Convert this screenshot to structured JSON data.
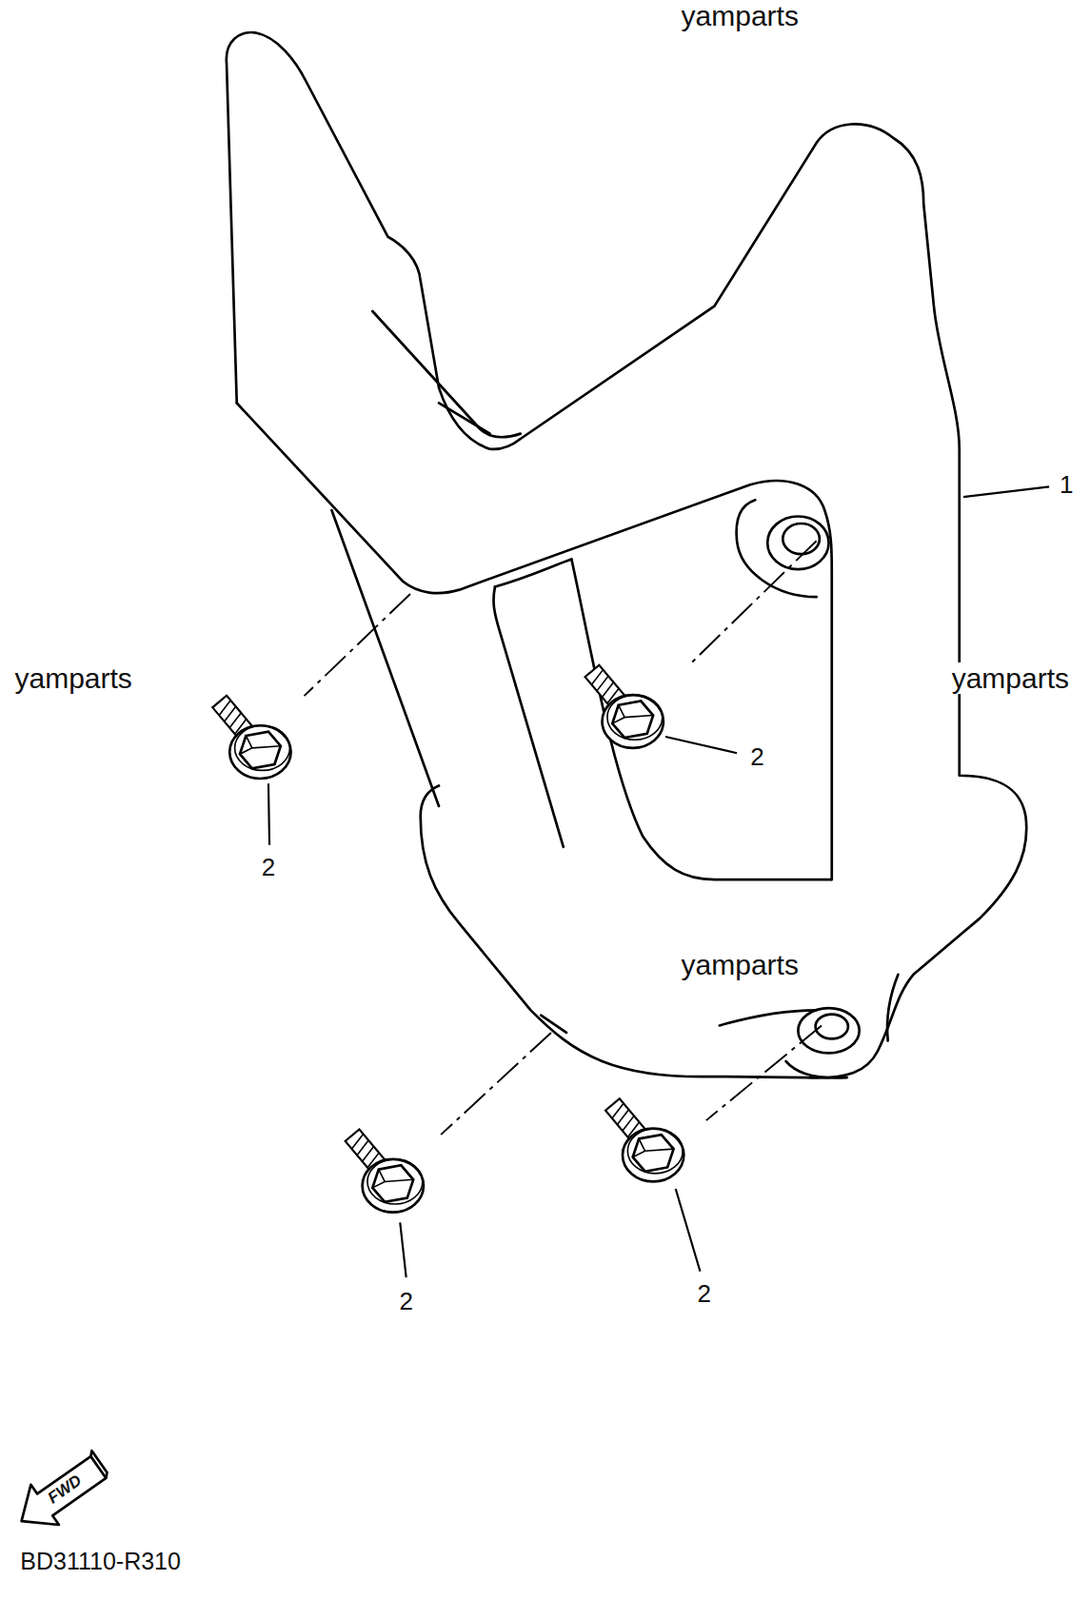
{
  "diagram": {
    "labels": [
      "yamparts",
      "1",
      "yamparts",
      "yamparts",
      "2",
      "2",
      "yamparts",
      "2",
      "2",
      "FWD",
      "BD31110-R310"
    ]
  }
}
